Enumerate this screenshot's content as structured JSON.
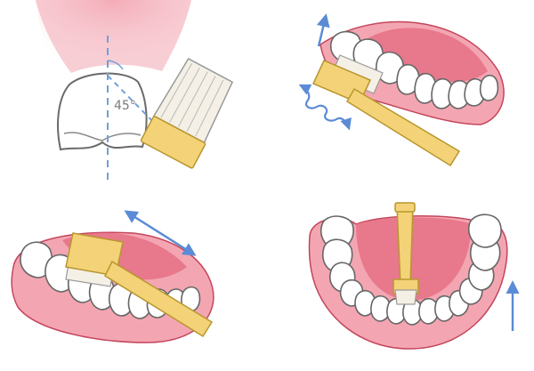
{
  "diagram": {
    "panels": [
      {
        "id": "tilt-45",
        "angle_label": "45°"
      },
      {
        "id": "outer-surface-strokes"
      },
      {
        "id": "back-and-forth"
      },
      {
        "id": "inner-front-teeth"
      }
    ]
  },
  "colors": {
    "gum": "#f3a6b2",
    "gum_edge": "#c4455c",
    "tongue_palate": "#e8788b",
    "tooth": "#ffffff",
    "tooth_outline": "#555555",
    "brush_handle": "#f4d277",
    "brush_edge": "#b8972f",
    "bristles": "#f5f0e6",
    "arrow": "#5b8bd6",
    "guide_line": "#6fa0da"
  }
}
